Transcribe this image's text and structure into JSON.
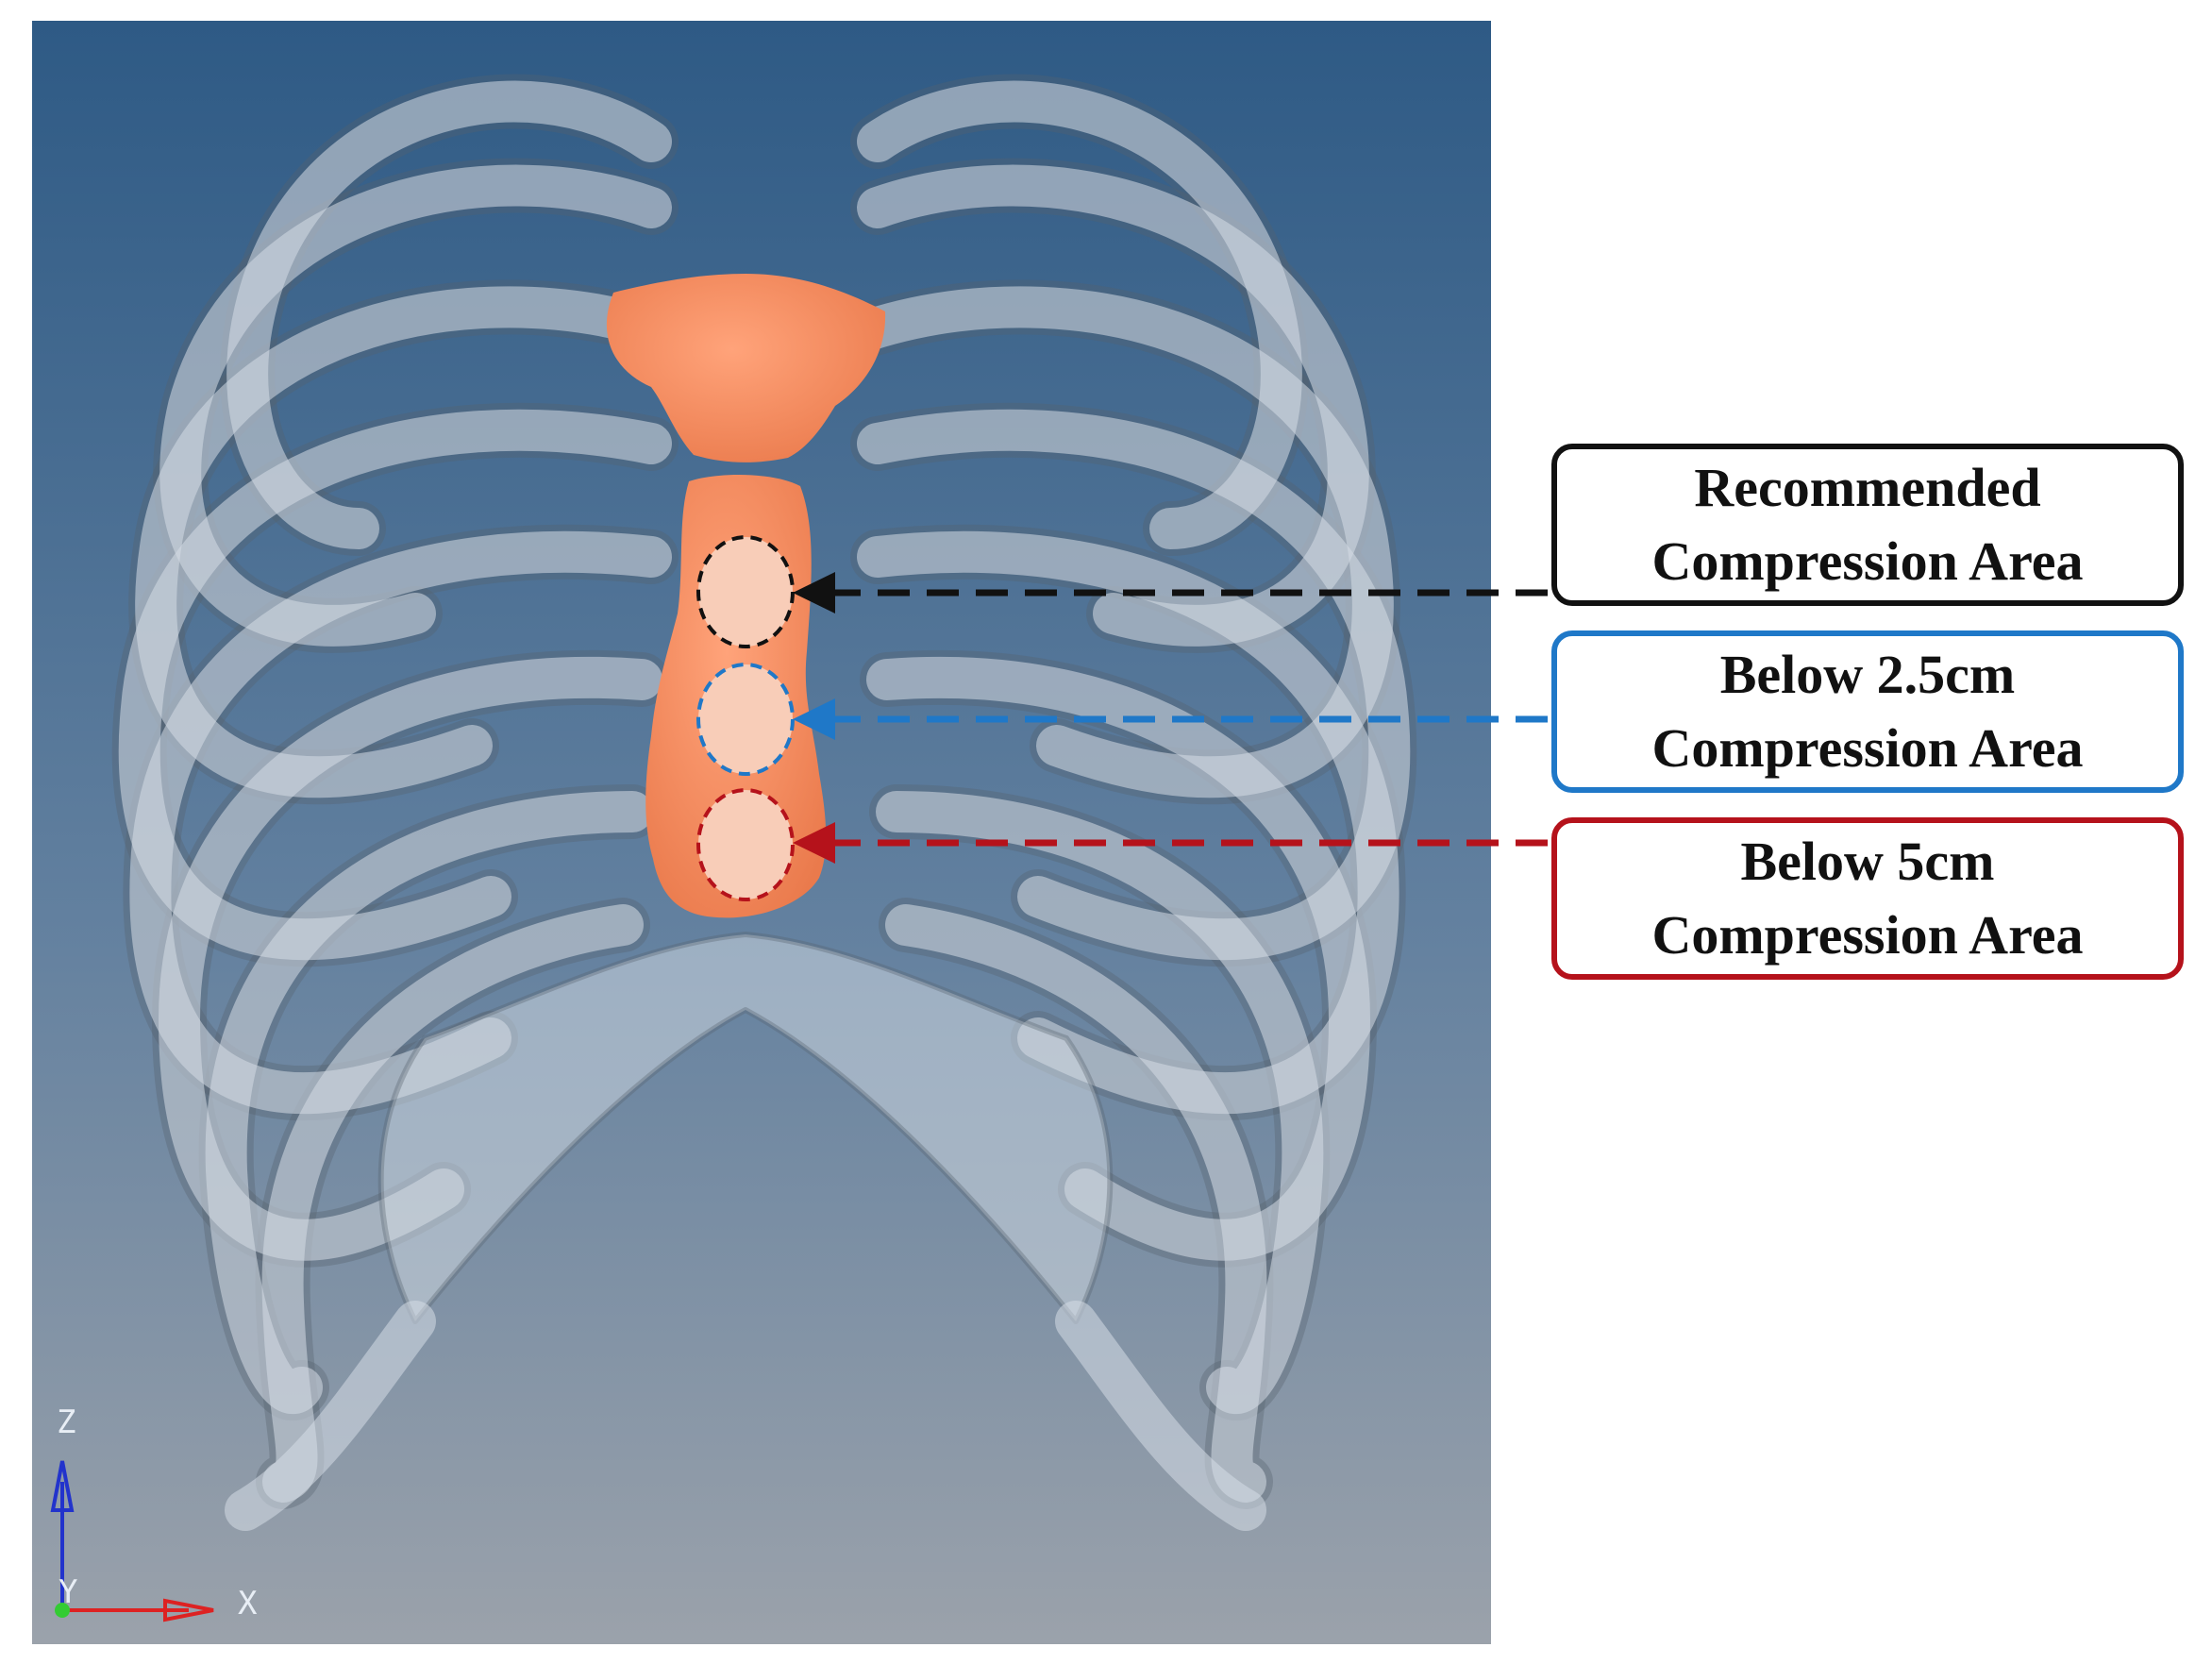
{
  "labels": {
    "recommended": {
      "line1": "Recommended",
      "line2": "Compression Area",
      "color": "#111111"
    },
    "below_2_5": {
      "line1": "Below 2.5cm",
      "line2": "Compression Area",
      "color": "#1f78c8"
    },
    "below_5": {
      "line1": "Below 5cm",
      "line2": "Compression Area",
      "color": "#b5121b"
    }
  },
  "axes": {
    "z": "Z",
    "y": "Y",
    "x": "X"
  },
  "colors": {
    "bg_top": "#2e5a85",
    "bg_bottom": "#9aa3ad",
    "bone": "#c9d2dc",
    "sternum": "#f28a5c",
    "target": "#f8cdb8"
  }
}
